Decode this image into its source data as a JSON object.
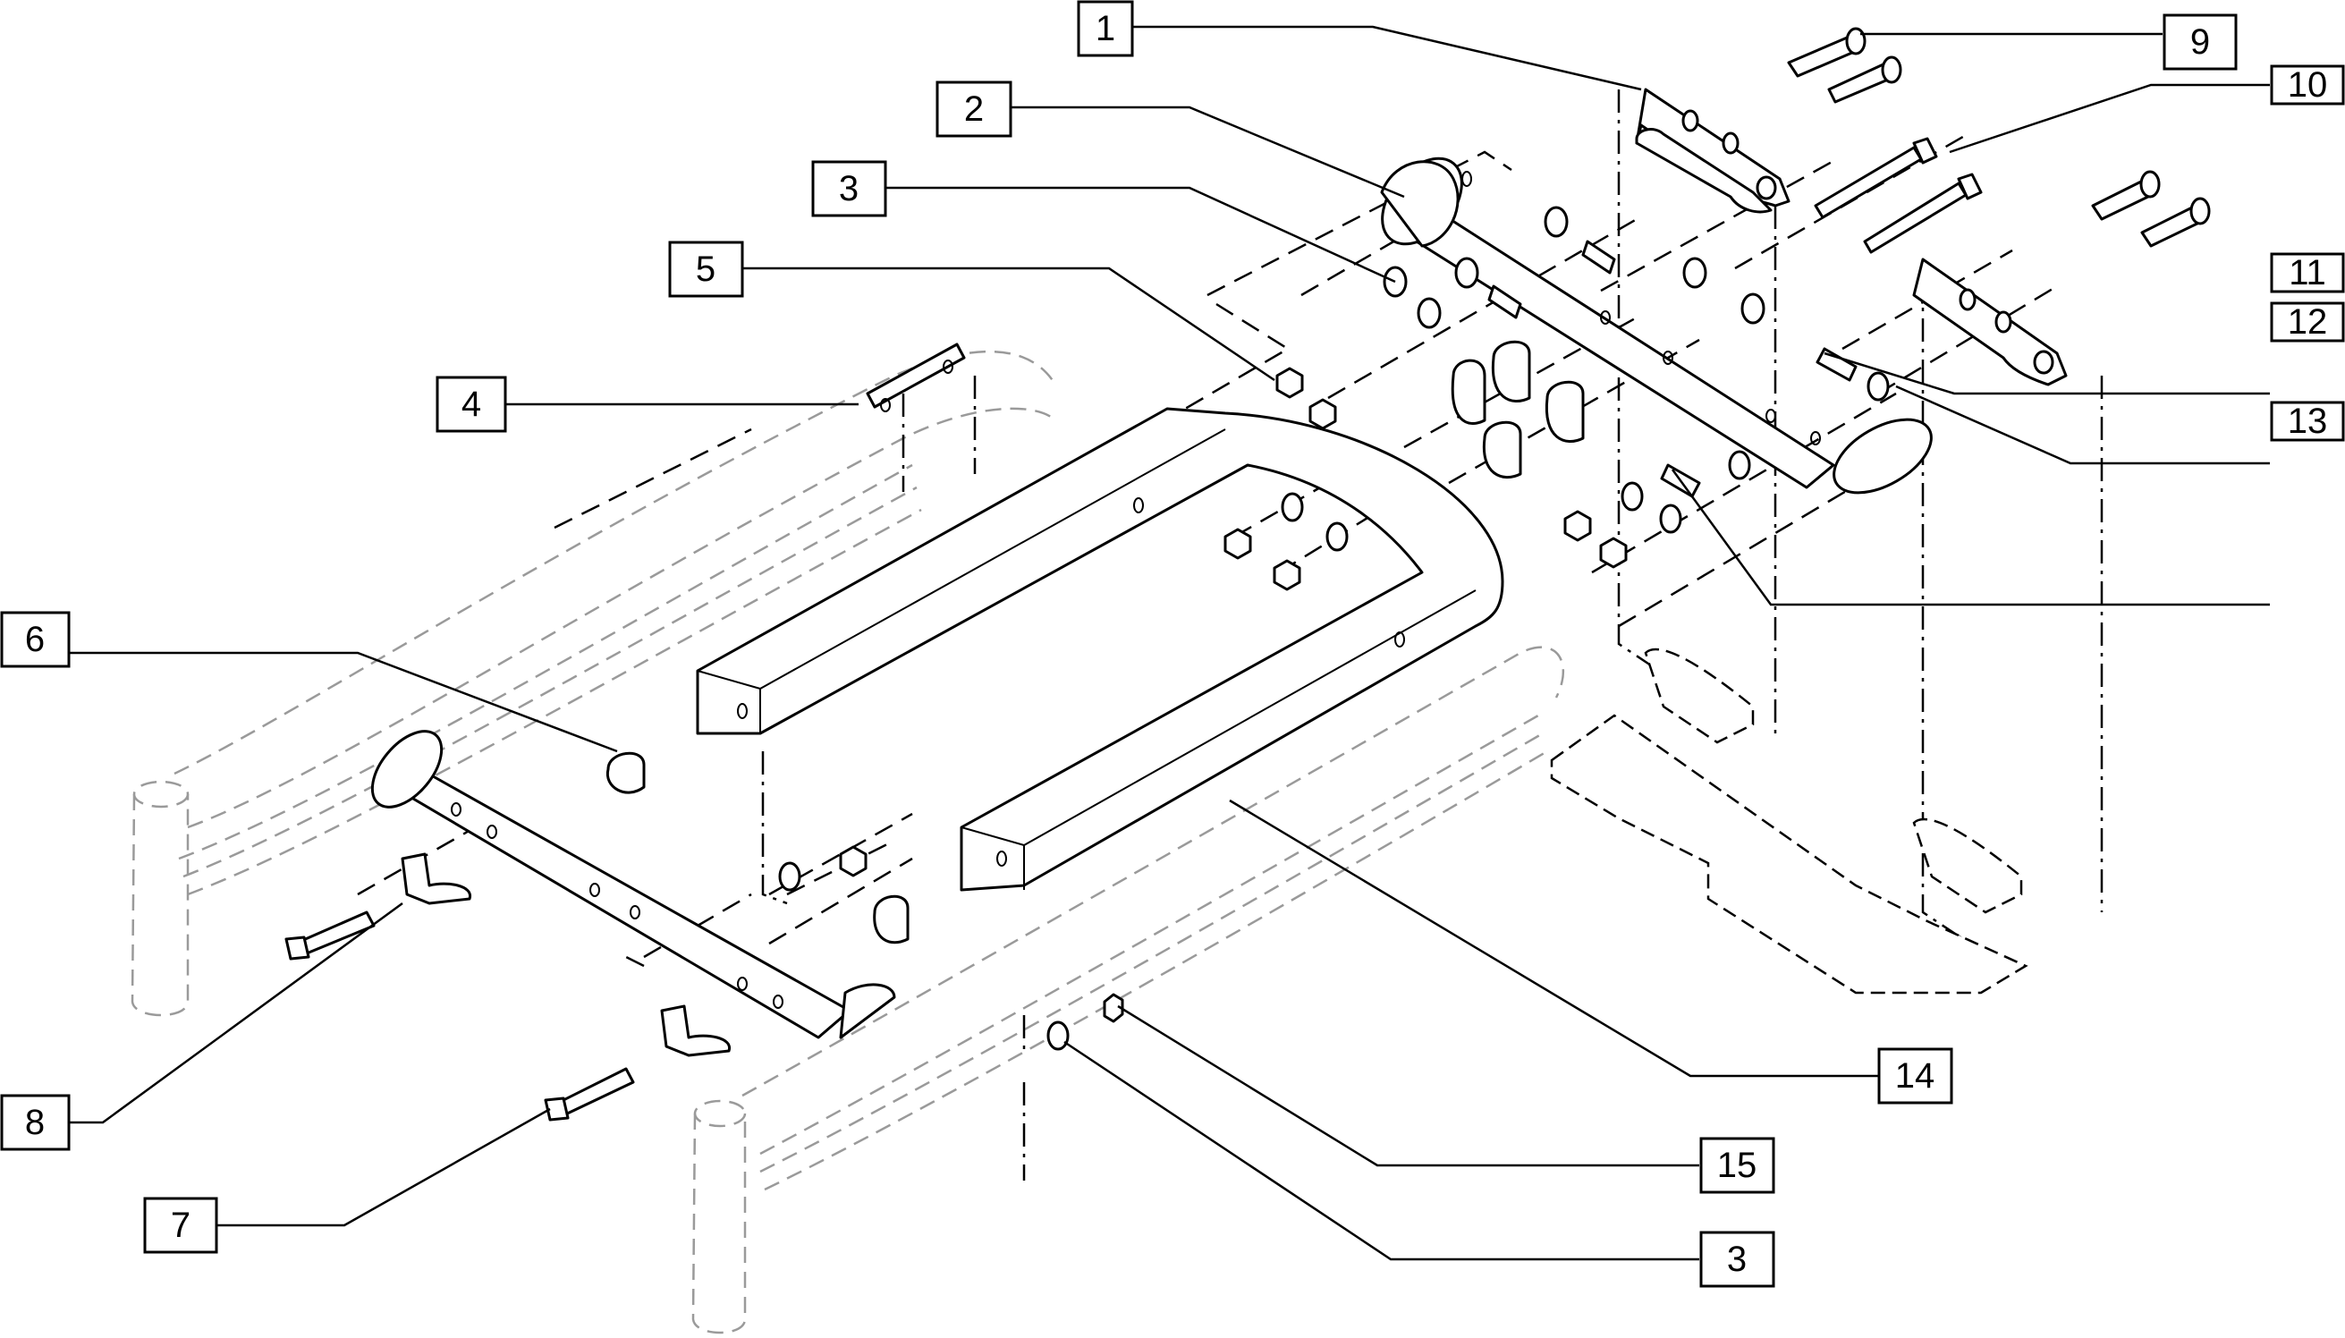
{
  "drawing": {
    "type": "exploded-assembly-parts-diagram",
    "callouts": [
      {
        "id": "c1",
        "label": "1"
      },
      {
        "id": "c2",
        "label": "2"
      },
      {
        "id": "c3a",
        "label": "3"
      },
      {
        "id": "c5",
        "label": "5"
      },
      {
        "id": "c4",
        "label": "4"
      },
      {
        "id": "c6",
        "label": "6"
      },
      {
        "id": "c8",
        "label": "8"
      },
      {
        "id": "c7",
        "label": "7"
      },
      {
        "id": "c9",
        "label": "9"
      },
      {
        "id": "c10",
        "label": "10"
      },
      {
        "id": "c11",
        "label": "11"
      },
      {
        "id": "c12",
        "label": "12"
      },
      {
        "id": "c13",
        "label": "13"
      },
      {
        "id": "c14",
        "label": "14"
      },
      {
        "id": "c15",
        "label": "15"
      },
      {
        "id": "c3b",
        "label": "3"
      }
    ]
  }
}
